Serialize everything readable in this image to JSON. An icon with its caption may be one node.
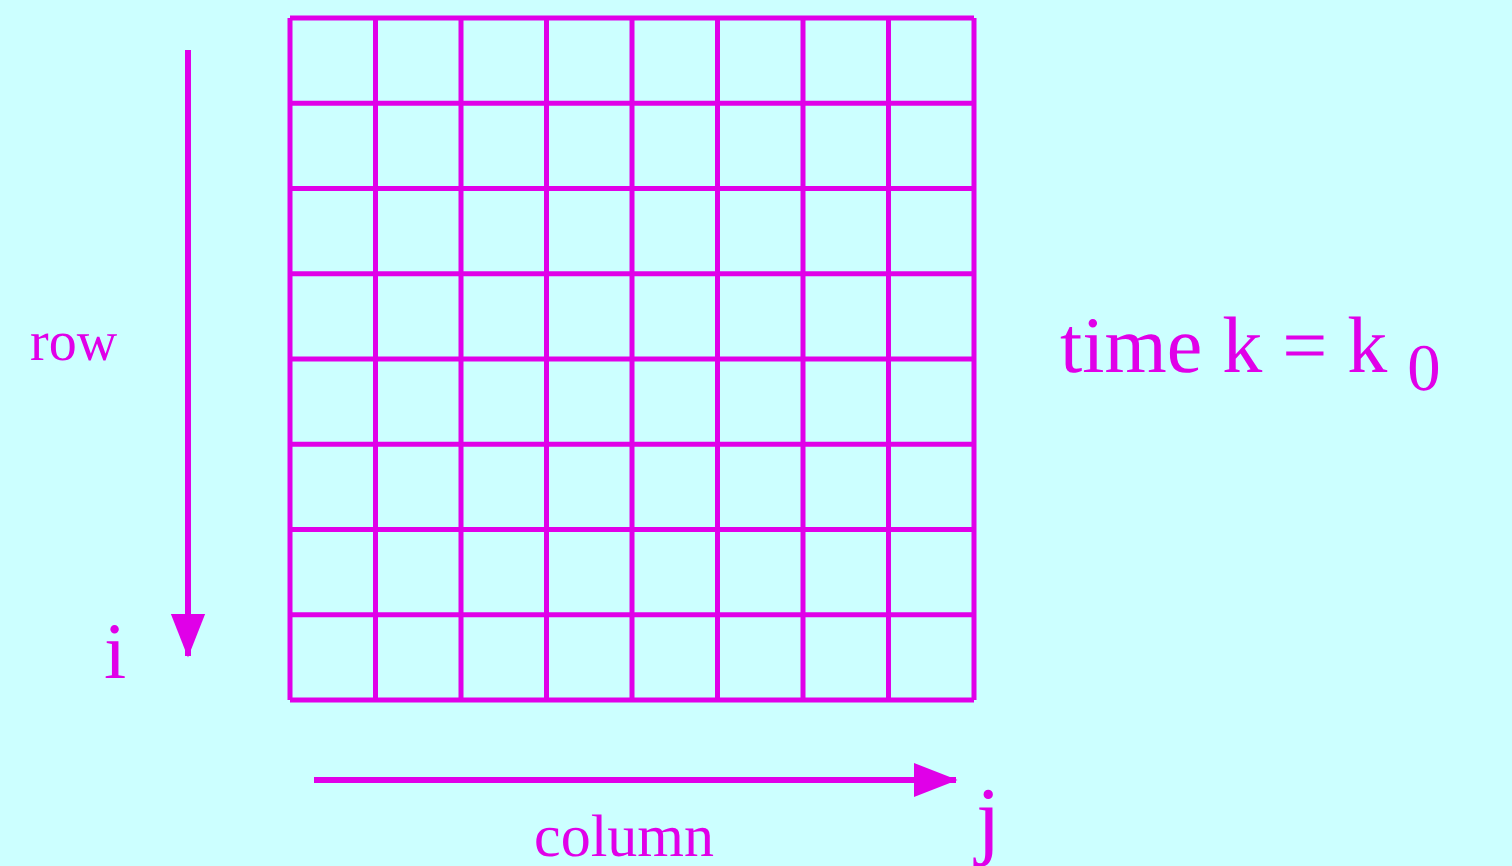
{
  "diagram": {
    "labels": [
      "row",
      "i",
      "time k = k $_{0}$",
      "column",
      "j"
    ]
  }
}
